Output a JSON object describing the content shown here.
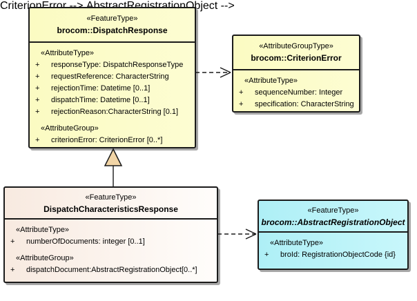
{
  "glyphs": {
    "plus": "+"
  },
  "colors": {
    "class_fill_yellow": "#FCFCC6",
    "class_fill_pink_left": "#F8EAE0",
    "class_fill_pink_right": "#FFFDFB",
    "class_fill_cyan_left": "#AEEFF6",
    "class_fill_cyan_right": "#C8F7FB",
    "border": "#1A1A1A",
    "shadow": "#A8A8A8",
    "generalization_triangle_fill": "#F2D5A6"
  },
  "classes": [
    {
      "stereotype": "«FeatureType»",
      "name": "brocom::DispatchResponse",
      "sections": [
        {
          "label": "«AttributeType»",
          "attributes": [
            {
              "text": "responseType: DispatchResponseType"
            },
            {
              "text": "requestReference: CharacterString"
            },
            {
              "text": "rejectionTime: Datetime [0..1]"
            },
            {
              "text": "dispatchTime: Datetime [0..1]"
            },
            {
              "text": "rejectionReason:CharacterString [0.1]"
            }
          ]
        },
        {
          "label": "«AttributeGroup»",
          "attributes": [
            {
              "text": "criterionError: CriterionError [0..*]"
            }
          ]
        }
      ]
    },
    {
      "stereotype": "«AttributeGroupType»",
      "name": "brocom::CriterionError",
      "sections": [
        {
          "label": "«AttributeType»",
          "attributes": [
            {
              "text": "sequenceNumber: Integer"
            },
            {
              "text": "specification: CharacterString"
            }
          ]
        }
      ]
    },
    {
      "stereotype": "«FeatureType»",
      "name": "DispatchCharacteristicsResponse",
      "sections": [
        {
          "label": "«AttributeType»",
          "attributes": [
            {
              "text": "numberOfDocuments: integer [0..1]"
            }
          ]
        },
        {
          "label": "«AttributeGroup»",
          "attributes": [
            {
              "text": "dispatchDocument:AbstractRegistrationObject[0..*]"
            }
          ]
        }
      ]
    },
    {
      "stereotype": "«FeatureType»",
      "name": "brocom::AbstractRegistrationObject",
      "sections": [
        {
          "label": "«AttributeType»",
          "attributes": [
            {
              "text": "broId: RegistrationObjectCode {id}"
            }
          ]
        }
      ]
    }
  ],
  "relationships": [
    {
      "type": "dependency",
      "style": "dashed-open-arrow",
      "from": "brocom::DispatchResponse",
      "to": "brocom::CriterionError"
    },
    {
      "type": "generalization",
      "style": "solid-hollow-triangle",
      "from": "DispatchCharacteristicsResponse",
      "to": "brocom::DispatchResponse"
    },
    {
      "type": "dependency",
      "style": "dashed-open-arrow",
      "from": "DispatchCharacteristicsResponse",
      "to": "brocom::AbstractRegistrationObject"
    }
  ]
}
